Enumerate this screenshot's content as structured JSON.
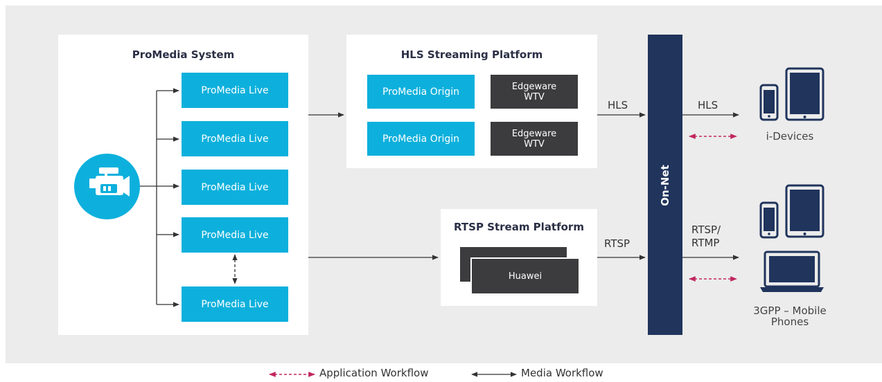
{
  "promedia_system": {
    "title": "ProMedia System",
    "live_boxes": [
      "ProMedia Live",
      "ProMedia Live",
      "ProMedia Live",
      "ProMedia Live",
      "ProMedia Live"
    ]
  },
  "hls_platform": {
    "title": "HLS Streaming Platform",
    "origins": [
      "ProMedia Origin",
      "ProMedia Origin"
    ],
    "edgeware": [
      "Edgeware\nWTV",
      "Edgeware\nWTV"
    ]
  },
  "rtsp_platform": {
    "title": "RTSP Stream Platform",
    "huawei": "Huawei"
  },
  "onnet": {
    "label": "On-Net"
  },
  "protocols": {
    "hls_in": "HLS",
    "hls_out": "HLS",
    "rtsp_in": "RTSP",
    "rtsp_out": "RTSP/\nRTMP"
  },
  "devices": {
    "i_devices": "i-Devices",
    "mobile": "3GPP – Mobile\nPhones"
  },
  "legend": {
    "application": "Application Workflow",
    "media": "Media Workflow"
  },
  "icons": {
    "camera": "video-camera-icon",
    "phone": "smartphone-icon",
    "tablet": "tablet-icon",
    "laptop": "laptop-icon"
  },
  "colors": {
    "background": "#ececec",
    "blue_box": "#0db0dc",
    "dark_box": "#3c3c3e",
    "onnet_bar": "#20345c",
    "app_workflow": "#c0275e",
    "device_icon": "#20345c"
  }
}
